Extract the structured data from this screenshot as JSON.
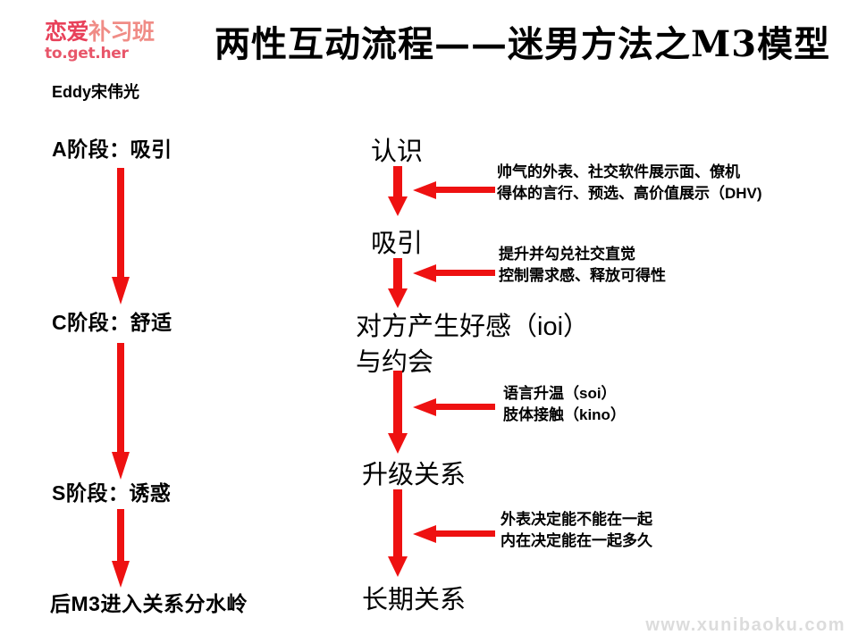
{
  "brand": {
    "logo_cn_part1": "恋爱",
    "logo_cn_part2": "补习班",
    "logo_en": "to.get.her",
    "logo_color_primary": "#e8415a",
    "logo_color_secondary": "#f08c86",
    "author": "Eddy宋伟光"
  },
  "slide": {
    "title": "两性互动流程——迷男方法之M3模型",
    "accent_color": "#ee1111",
    "text_color": "#000000",
    "background_color": "#ffffff"
  },
  "stages": [
    {
      "label": "A阶段：吸引"
    },
    {
      "label": "C阶段：舒适"
    },
    {
      "label": "S阶段：诱惑"
    },
    {
      "label": "后M3进入关系分水岭"
    }
  ],
  "flow": [
    {
      "label": "认识"
    },
    {
      "label": "吸引"
    },
    {
      "label": "对方产生好感（ioi）"
    },
    {
      "label": "与约会"
    },
    {
      "label": "升级关系"
    },
    {
      "label": "长期关系"
    }
  ],
  "annotations": [
    {
      "line1": "帅气的外表、社交软件展示面、僚机",
      "line2": "得体的言行、预选、高价值展示（DHV)"
    },
    {
      "line1": "提升并勾兑社交直觉",
      "line2": "控制需求感、释放可得性"
    },
    {
      "line1": "语言升温（soi）",
      "line2": "肢体接触（kino）"
    },
    {
      "line1": "外表决定能不能在一起",
      "line2": "内在决定能在一起多久"
    }
  ],
  "watermark": "www.xunibaoku.com"
}
